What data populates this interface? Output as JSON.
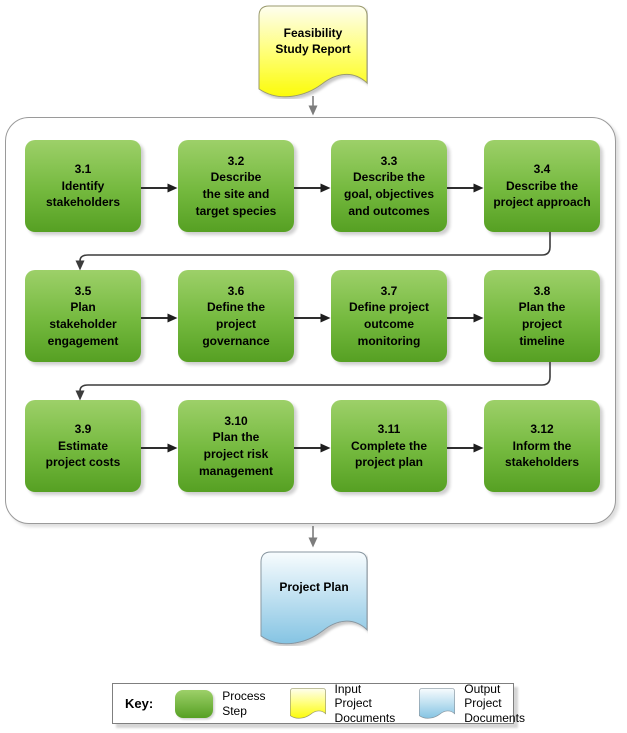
{
  "input_doc": {
    "label": "Feasibility\nStudy Report"
  },
  "output_doc": {
    "label": "Project Plan"
  },
  "steps": [
    {
      "label": "3.1\nIdentify\nstakeholders"
    },
    {
      "label": "3.2\nDescribe\nthe site and\ntarget species"
    },
    {
      "label": "3.3\nDescribe the\ngoal, objectives\nand outcomes"
    },
    {
      "label": "3.4\nDescribe the\nproject approach"
    },
    {
      "label": "3.5\nPlan\nstakeholder\nengagement"
    },
    {
      "label": "3.6\nDefine the\nproject\ngovernance"
    },
    {
      "label": "3.7\nDefine project\noutcome\nmonitoring"
    },
    {
      "label": "3.8\nPlan the\nproject\ntimeline"
    },
    {
      "label": "3.9\nEstimate\nproject costs"
    },
    {
      "label": "3.10\nPlan the\nproject risk\nmanagement"
    },
    {
      "label": "3.11\nComplete the\nproject plan"
    },
    {
      "label": "3.12\nInform the\nstakeholders"
    }
  ],
  "legend": {
    "title": "Key:",
    "items": [
      {
        "label": "Process\nStep"
      },
      {
        "label": "Input Project\nDocuments"
      },
      {
        "label": "Output Project\nDocuments"
      }
    ]
  },
  "colors": {
    "process_step_top": "#9dd069",
    "process_step_bottom": "#56a023",
    "input_document_top": "#fefef0",
    "input_document_bottom": "#fbfb09",
    "output_document_top": "#f8fcfe",
    "output_document_bottom": "#85c4e3",
    "connector": "#333333"
  }
}
